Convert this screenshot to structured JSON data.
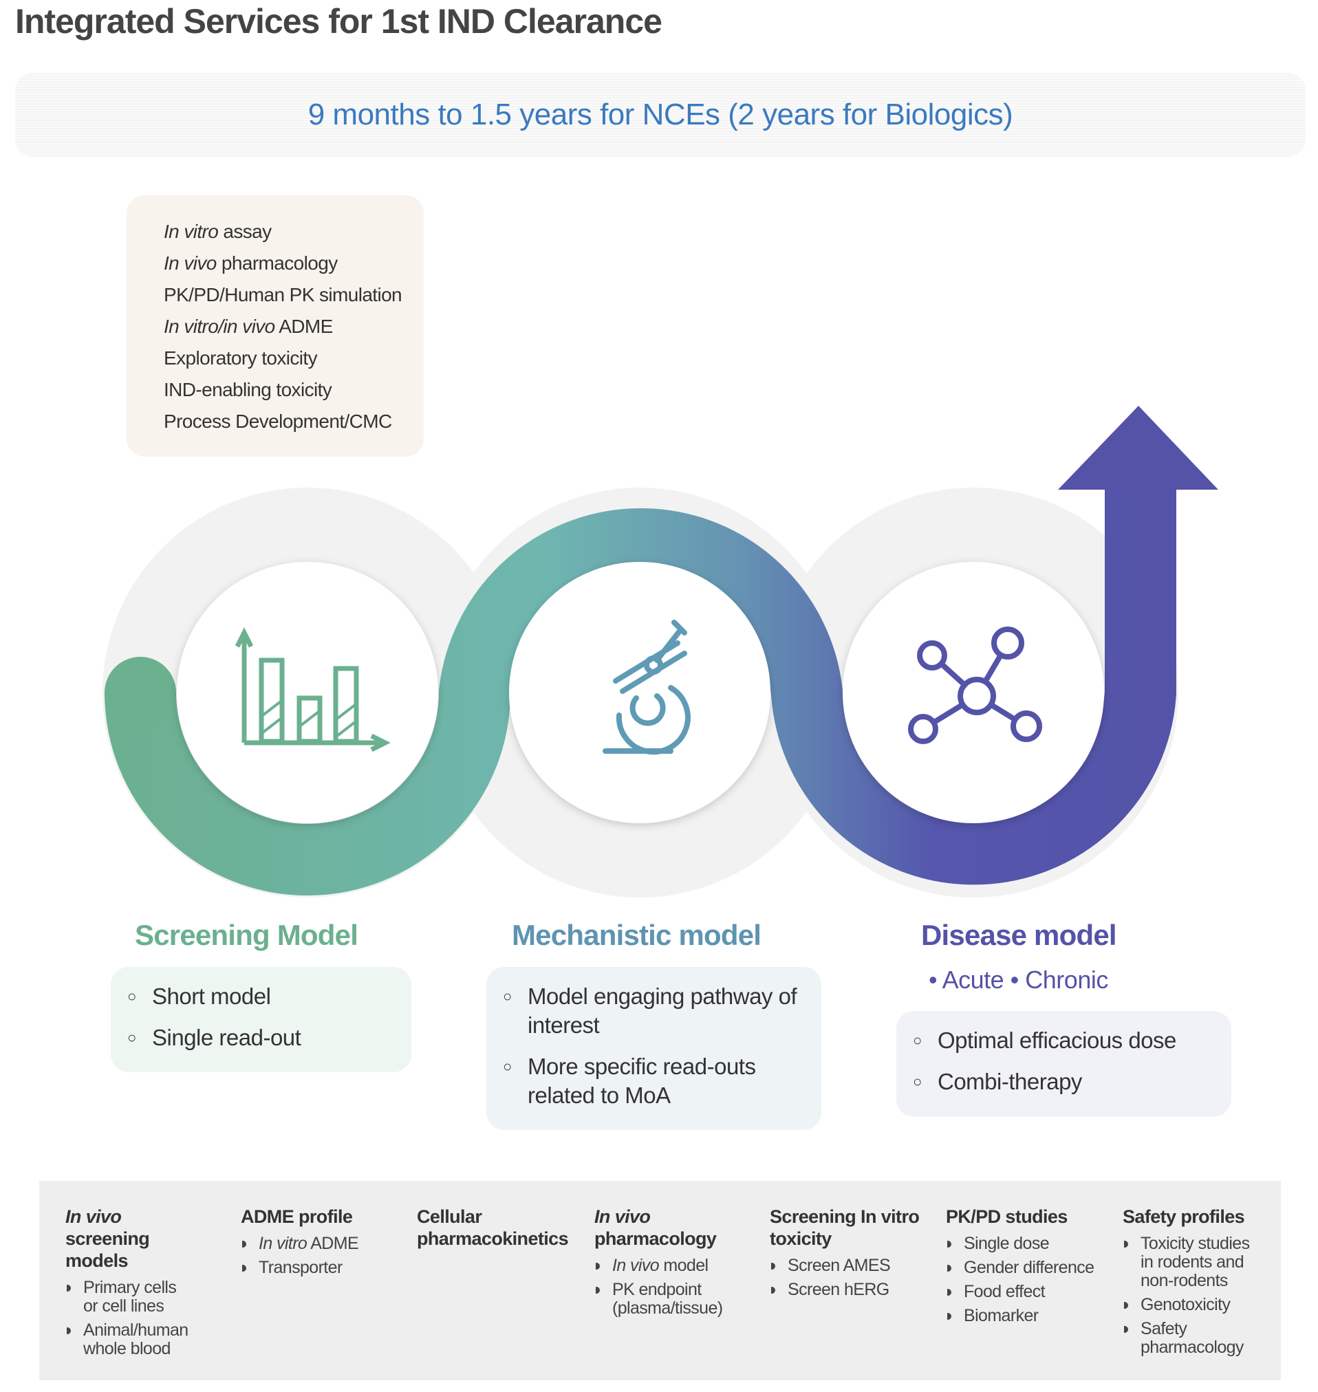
{
  "title": "Integrated Services for 1st IND Clearance",
  "banner": "9 months to 1.5 years for NCEs (2 years for Biologics)",
  "services": [
    {
      "italic": "In vitro",
      "rest": " assay"
    },
    {
      "italic": "In vivo",
      "rest": " pharmacology"
    },
    {
      "italic": "",
      "rest": "PK/PD/Human PK simulation"
    },
    {
      "italic": "In vitro/in vivo",
      "rest": " ADME"
    },
    {
      "italic": "",
      "rest": "Exploratory toxicity"
    },
    {
      "italic": "",
      "rest": "IND-enabling toxicity"
    },
    {
      "italic": "",
      "rest": "Process Development/CMC"
    }
  ],
  "colors": {
    "green": "#6bb08f",
    "teal": "#5f94b0",
    "purple": "#5453a8"
  },
  "models": [
    {
      "title": "Screening Model",
      "items": [
        "Short model",
        "Single read-out"
      ]
    },
    {
      "title": "Mechanistic model",
      "items": [
        "Model engaging pathway of interest",
        "More specific read-outs related to MoA"
      ]
    },
    {
      "title": "Disease model",
      "subtitle": "• Acute • Chronic",
      "items": [
        "Optimal efficacious dose",
        "Combi-therapy"
      ]
    }
  ],
  "icons": [
    "bar-chart-icon",
    "microscope-icon",
    "molecule-icon"
  ],
  "bottom": [
    {
      "h_italic": "In vivo",
      "h": " screening models",
      "items": [
        {
          "i": "",
          "t": "Primary cells or cell lines"
        },
        {
          "i": "",
          "t": "Animal/human whole blood"
        }
      ]
    },
    {
      "h_italic": "",
      "h": "ADME profile",
      "items": [
        {
          "i": "In vitro",
          "t": " ADME"
        },
        {
          "i": "",
          "t": "Transporter"
        }
      ]
    },
    {
      "h_italic": "",
      "h": "Cellular pharmacokinetics",
      "items": []
    },
    {
      "h_italic": "In vivo",
      "h": " pharmacology",
      "items": [
        {
          "i": "In vivo",
          "t": " model"
        },
        {
          "i": "",
          "t": "PK endpoint (plasma/tissue)"
        }
      ]
    },
    {
      "h_italic": "",
      "h": "Screening In vitro toxicity",
      "items": [
        {
          "i": "",
          "t": "Screen AMES"
        },
        {
          "i": "",
          "t": "Screen hERG"
        }
      ]
    },
    {
      "h_italic": "",
      "h": "PK/PD studies",
      "items": [
        {
          "i": "",
          "t": "Single dose"
        },
        {
          "i": "",
          "t": "Gender difference"
        },
        {
          "i": "",
          "t": "Food effect"
        },
        {
          "i": "",
          "t": "Biomarker"
        }
      ]
    },
    {
      "h_italic": "",
      "h": "Safety profiles",
      "items": [
        {
          "i": "",
          "t": "Toxicity studies in rodents and non-rodents"
        },
        {
          "i": "",
          "t": "Genotoxicity"
        },
        {
          "i": "",
          "t": "Safety pharmacology"
        }
      ]
    }
  ]
}
